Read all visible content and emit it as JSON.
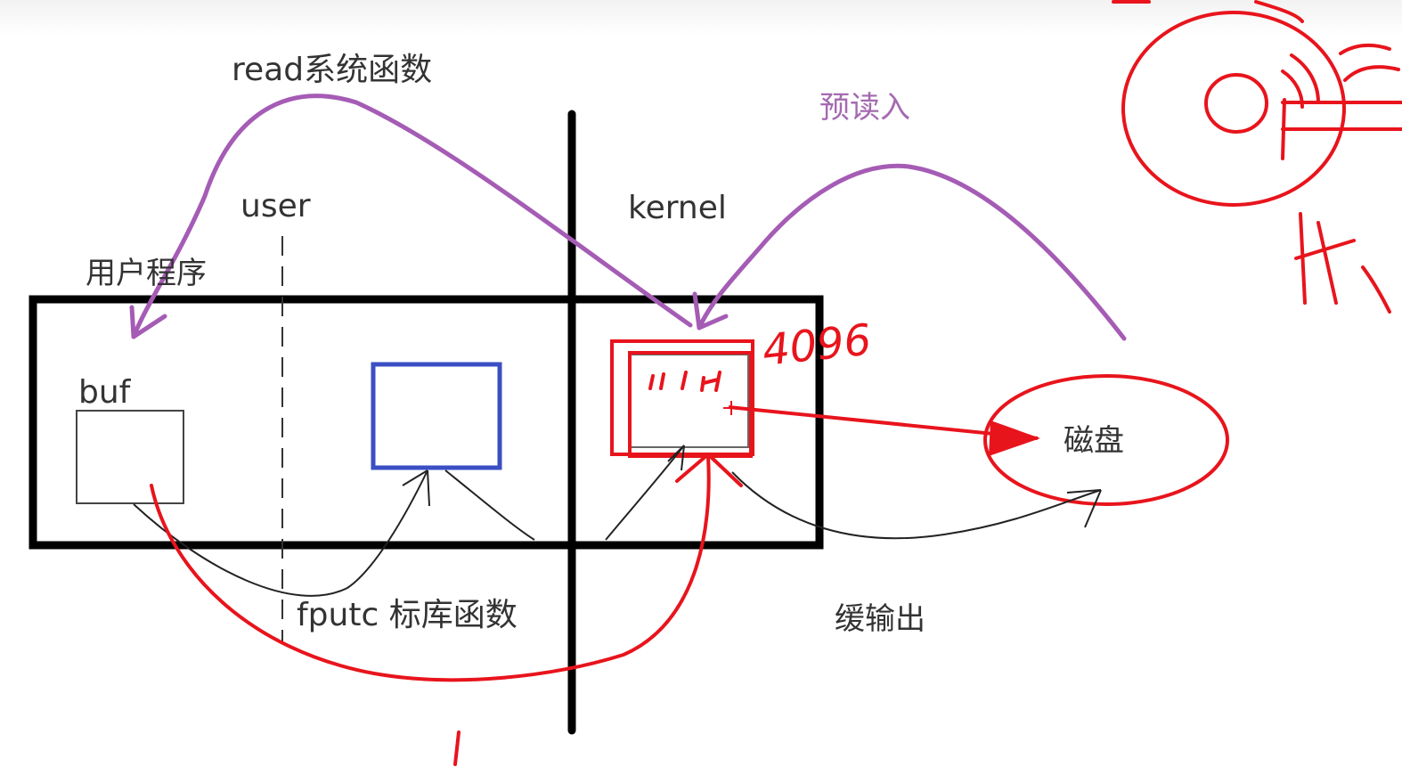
{
  "labels": {
    "read_func": "read系统函数",
    "user": "user",
    "kernel": "kernel",
    "user_program": "用户程序",
    "buf": "buf",
    "fputc_func": "fputc 标库函数",
    "buffered_output": "缓输出",
    "read_ahead": "预读入",
    "disk": "磁盘",
    "buffer_size": "4096"
  },
  "colors": {
    "background": "#ffffff",
    "box_stroke": "#000000",
    "user_buffer": "#3a4fc4",
    "annotation_red": "#e8141c",
    "read_path_purple": "#a55cb5",
    "text": "#333333",
    "read_ahead_text": "#a46ab0"
  }
}
